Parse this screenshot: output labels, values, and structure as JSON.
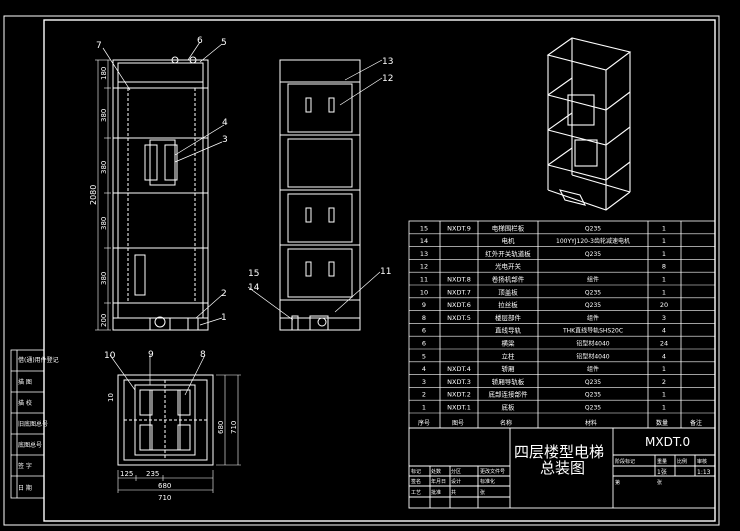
{
  "title_block": {
    "title_line1": "四层楼型电梯",
    "title_line2": "总装图",
    "drawing_no": "MXDT.0",
    "sheet": "1张",
    "scale": "1:13",
    "col_seq": "序号",
    "col_code": "图号",
    "col_name": "名称",
    "col_material": "材料",
    "col_qty": "数量",
    "col_note": "备注"
  },
  "bom": [
    {
      "no": "15",
      "code": "NXDT.9",
      "name": "电梯围栏板",
      "material": "Q235",
      "qty": "1"
    },
    {
      "no": "14",
      "code": "",
      "name": "电机",
      "material": "100YYJ120-3齿轮减速电机",
      "qty": "1"
    },
    {
      "no": "13",
      "code": "",
      "name": "红外开关轨道板",
      "material": "Q235",
      "qty": "1"
    },
    {
      "no": "12",
      "code": "",
      "name": "光电开关",
      "material": "",
      "qty": "8"
    },
    {
      "no": "11",
      "code": "NXDT.8",
      "name": "卷扬机部件",
      "material": "组件",
      "qty": "1"
    },
    {
      "no": "10",
      "code": "NXDT.7",
      "name": "顶盖板",
      "material": "Q235",
      "qty": "1"
    },
    {
      "no": "9",
      "code": "NXDT.6",
      "name": "拉丝板",
      "material": "Q235",
      "qty": "20"
    },
    {
      "no": "8",
      "code": "NXDT.5",
      "name": "楼层部件",
      "material": "组件",
      "qty": "3"
    },
    {
      "no": "6",
      "code": "",
      "name": "直线导轨",
      "material": "THK直线导轨SHS20C",
      "qty": "4"
    },
    {
      "no": "6",
      "code": "",
      "name": "横梁",
      "material": "铝型材4040",
      "qty": "24"
    },
    {
      "no": "5",
      "code": "",
      "name": "立柱",
      "material": "铝型材4040",
      "qty": "4"
    },
    {
      "no": "4",
      "code": "NXDT.4",
      "name": "轿厢",
      "material": "组件",
      "qty": "1"
    },
    {
      "no": "3",
      "code": "NXDT.3",
      "name": "轿厢导轨板",
      "material": "Q235",
      "qty": "2"
    },
    {
      "no": "2",
      "code": "NXDT.2",
      "name": "底部连接部件",
      "material": "Q235",
      "qty": "1"
    },
    {
      "no": "1",
      "code": "NXDT.1",
      "name": "底板",
      "material": "Q235",
      "qty": "1"
    }
  ],
  "side_panel": [
    "借(通)用件登记",
    "描 图",
    "描 校",
    "旧底图总号",
    "底图总号",
    "签 字",
    "日 期"
  ],
  "dims": {
    "h_total": "2080",
    "h_top": "180",
    "h_floor": "380",
    "h_base": "200",
    "w_710": "710",
    "w_680": "680",
    "w_125": "125",
    "w_235": "235",
    "d_680": "680",
    "d_710": "710",
    "d_10": "10"
  },
  "callouts": [
    "1",
    "2",
    "3",
    "4",
    "5",
    "6",
    "7",
    "8",
    "9",
    "10",
    "11",
    "12",
    "13",
    "14",
    "15"
  ],
  "title_small": [
    "标记",
    "处数",
    "分区",
    "更改文件号",
    "签名",
    "年月日",
    "设计",
    "标准化",
    "阶段标记",
    "重量",
    "比例",
    "审核",
    "工艺",
    "批准",
    "共",
    "张",
    "第",
    "张"
  ]
}
